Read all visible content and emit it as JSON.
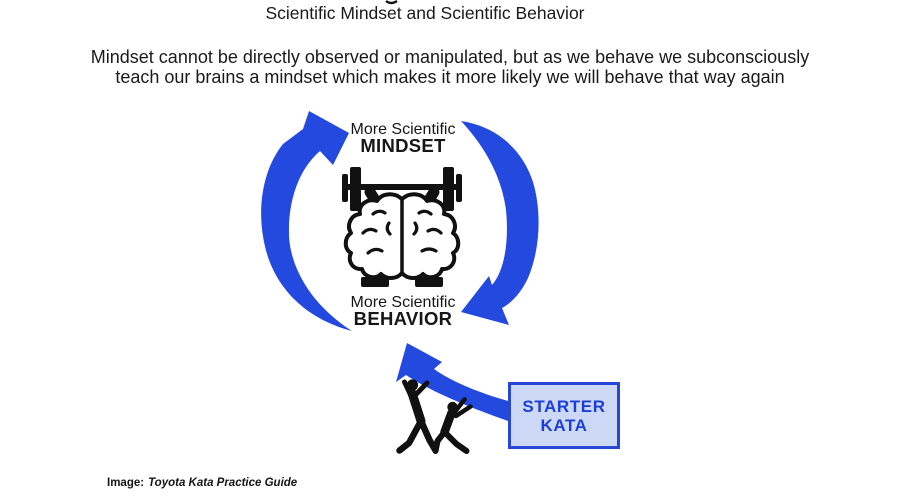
{
  "colors": {
    "accent_blue": "#2349DE",
    "box_fill": "#CDD8F6",
    "box_border": "#2846D4",
    "box_text": "#1B3FD6",
    "ink": "#111111"
  },
  "header": {
    "title": "Scientific Mindset and Scientific Behavior",
    "intro_line1": "Mindset cannot be directly observed or manipulated, but as we behave we subconsciously",
    "intro_line2": "teach our brains a mindset which makes it more likely we will behave that way again"
  },
  "diagram": {
    "mindset_label_small": "More Scientific",
    "mindset_label": "MINDSET",
    "behavior_label_small": "More Scientific",
    "behavior_label": "BEHAVIOR",
    "starter_kata_line1": "STARTER",
    "starter_kata_line2": "KATA",
    "icons": [
      "cycle-arrow-up-icon",
      "cycle-arrow-down-icon",
      "starter-kata-arrow-icon",
      "brain-lifting-weights-icon",
      "pushing-figures-icon"
    ]
  },
  "caption": {
    "prefix": "Image:",
    "source": "Toyota Kata Practice Guide"
  }
}
